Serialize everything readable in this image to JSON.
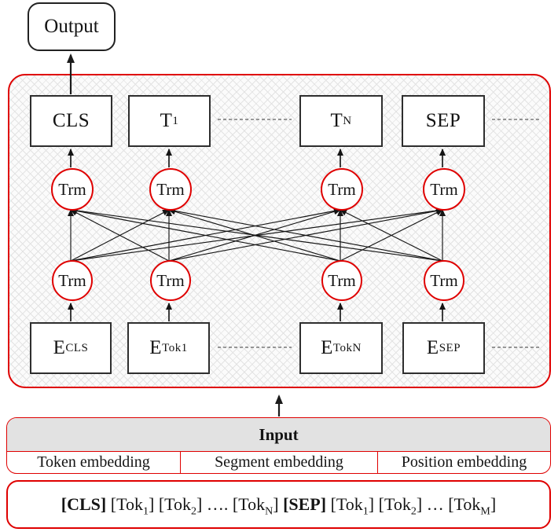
{
  "title": "BERT encoder architecture diagram",
  "output_box": {
    "label": "Output"
  },
  "encoder": {
    "trm_label": "Trm",
    "top_row": [
      {
        "main": "CLS",
        "sub": ""
      },
      {
        "main": "T",
        "sub": "1"
      },
      {
        "main": "T",
        "sub": "N"
      },
      {
        "main": "SEP",
        "sub": ""
      }
    ],
    "bottom_row": [
      {
        "main": "E",
        "sub": "CLS"
      },
      {
        "main": "E",
        "sub": "Tok1"
      },
      {
        "main": "E",
        "sub": "TokN"
      },
      {
        "main": "E",
        "sub": "SEP"
      }
    ]
  },
  "input_panel": {
    "title": "Input",
    "cells": [
      "Token embedding",
      "Segment embedding",
      "Position embedding"
    ]
  },
  "sequence": {
    "tokens": [
      {
        "text": "[CLS]",
        "sub": "",
        "tail": "",
        "bold": true
      },
      {
        "text": "[Tok",
        "sub": "1",
        "tail": "]",
        "bold": false
      },
      {
        "text": "[Tok",
        "sub": "2",
        "tail": "]",
        "bold": false
      },
      {
        "text": "….",
        "sub": "",
        "tail": "",
        "bold": false
      },
      {
        "text": "[Tok",
        "sub": "N",
        "tail": "]",
        "bold": false
      },
      {
        "text": "[SEP]",
        "sub": "",
        "tail": "",
        "bold": true
      },
      {
        "text": "[Tok",
        "sub": "1",
        "tail": "]",
        "bold": false
      },
      {
        "text": "[Tok",
        "sub": "2",
        "tail": "]",
        "bold": false
      },
      {
        "text": "…",
        "sub": "",
        "tail": "",
        "bold": false
      },
      {
        "text": "[Tok",
        "sub": "M",
        "tail": "]",
        "bold": false
      }
    ]
  },
  "colors": {
    "accent_red": "#df0000",
    "header_gray": "#e2e2e2",
    "line_black": "#141414"
  }
}
